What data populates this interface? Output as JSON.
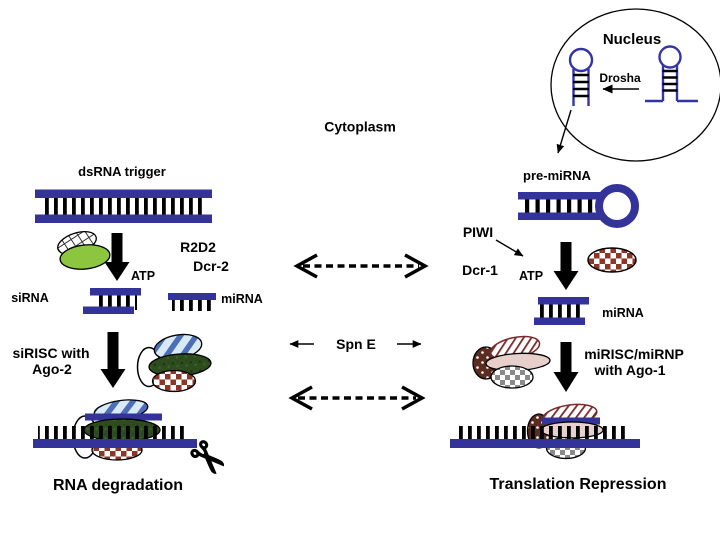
{
  "diagram": {
    "nucleus": {
      "title": "Nucleus",
      "enzyme": "Drosha"
    },
    "cytoplasm_label": "Cytoplasm",
    "sirna_pathway": {
      "trigger_label": "dsRNA trigger",
      "protein_r2d2": "R2D2",
      "protein_dcr2": "Dcr-2",
      "atp_label": "ATP",
      "sirna_label": "siRNA",
      "mirna_label": "miRNA",
      "risc_label_line1": "siRISC with",
      "risc_label_line2": "Ago-2",
      "outcome_label": "RNA degradation"
    },
    "mirna_pathway": {
      "precursor_label": "pre-miRNA",
      "protein_piwi": "PIWI",
      "protein_dcr1": "Dcr-1",
      "atp_label": "ATP",
      "mirna_label": "miRNA",
      "risc_label_line1": "miRISC/miRNP",
      "risc_label_line2": "with Ago-1",
      "outcome_label": "Translation Repression"
    },
    "crosstalk_label": "Spn E",
    "icons": {
      "scissors": "✂"
    },
    "colors": {
      "rna_blue": "#333399",
      "dicer_green": "#8CC63F",
      "ago_dark_green": "#2E4D1F",
      "checker_red": "#8B3626",
      "piwi_brown": "#5B2D20",
      "pink": "#E7CFCB",
      "stripe_blue": "#4D6FB8",
      "stripe_bg": "#D9EAF7",
      "hatch_red": "#7A2A2A",
      "checker_gray": "#8A8A8A",
      "outline": "#000000"
    }
  }
}
